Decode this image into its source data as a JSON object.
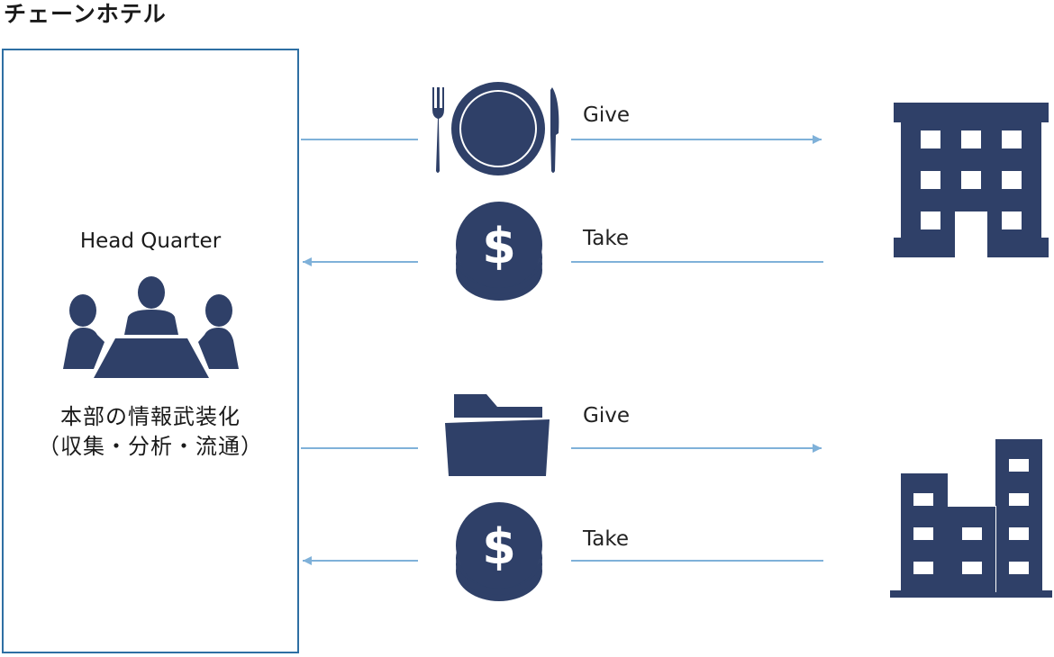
{
  "title": "チェーンホテル",
  "headquarter": {
    "name": "Head Quarter",
    "description_line1": "本部の情報武装化",
    "description_line2": "（収集・分析・流通）"
  },
  "flows": [
    {
      "label": "Give",
      "direction": "to-hotel",
      "icon": "dinner-plate-icon"
    },
    {
      "label": "Take",
      "direction": "to-hq",
      "icon": "dollar-coins-icon"
    },
    {
      "label": "Give",
      "direction": "to-hotel",
      "icon": "folder-icon"
    },
    {
      "label": "Take",
      "direction": "to-hq",
      "icon": "dollar-coins-icon"
    }
  ],
  "colors": {
    "icon": "#2f4068",
    "arrow": "#7fb1d9",
    "box_border": "#2e6fa3"
  }
}
